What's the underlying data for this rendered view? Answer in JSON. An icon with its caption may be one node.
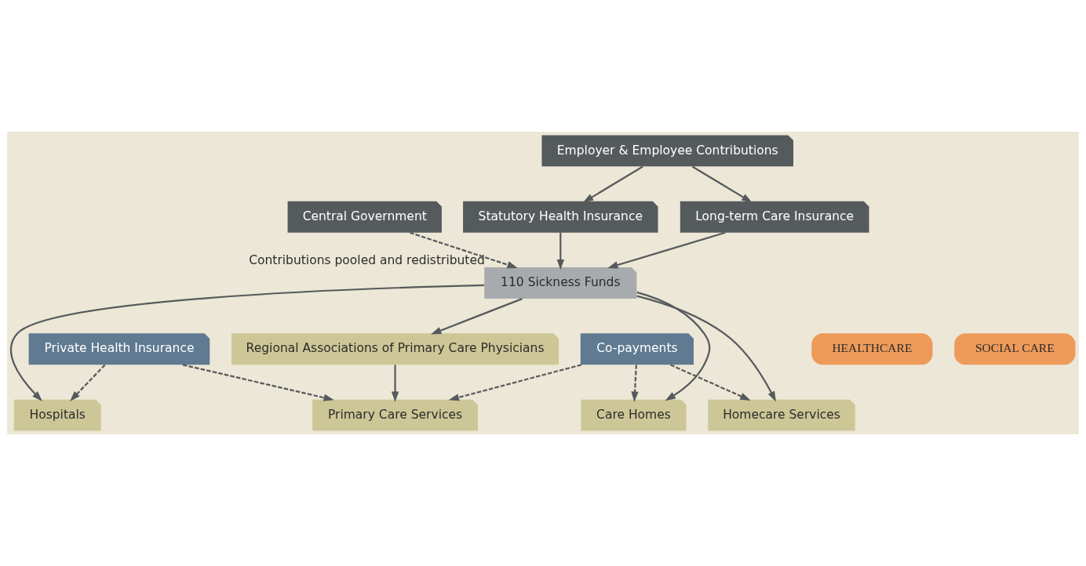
{
  "diagram": {
    "nodes": [
      {
        "text": [
          "Employer & Employee Contributions"
        ]
      },
      {
        "text": [
          "Central Government"
        ]
      },
      {
        "text": [
          "Statutory Health Insurance"
        ]
      },
      {
        "text": [
          "Long-term Care Insurance"
        ]
      },
      {
        "text": [
          "110 Sickness Funds"
        ],
        "beside": [
          "Contributions pooled and redistributed"
        ]
      },
      {
        "text": [
          "HEALTHCARE"
        ]
      },
      {
        "text": [
          "Regional Associations of Primary Care Physicians"
        ]
      },
      {
        "text": [
          "SOCIAL CARE"
        ]
      },
      {
        "text": [
          "Primary Care Services"
        ]
      },
      {
        "text": [
          "Hospitals"
        ]
      },
      {
        "text": [
          "Care Homes"
        ]
      },
      {
        "text": [
          "Homecare Services"
        ]
      },
      {
        "text": [
          "Private Health Insurance"
        ]
      },
      {
        "text": [
          "Co-payments"
        ]
      }
    ],
    "edges": [
      {
        "from": 0,
        "to": 2,
        "arrow": "to"
      },
      {
        "from": 0,
        "to": 3,
        "arrow": "to"
      },
      {
        "from": 1,
        "to": 4,
        "arrow": "to",
        "style": "dashed"
      },
      {
        "from": 2,
        "to": 4,
        "arrow": "to"
      },
      {
        "from": 3,
        "to": 4,
        "arrow": "to"
      },
      {
        "from": 4,
        "to": 6,
        "arrow": "to"
      },
      {
        "from": 4,
        "to": 9,
        "arrow": "to"
      },
      {
        "from": 4,
        "to": 10,
        "arrow": "to"
      },
      {
        "from": 4,
        "to": 11,
        "arrow": "to"
      },
      {
        "from": 6,
        "to": 8,
        "arrow": "to"
      },
      {
        "from": 12,
        "to": 8,
        "arrow": "to",
        "style": "dashed"
      },
      {
        "from": 12,
        "to": 9,
        "arrow": "to",
        "style": "dashed"
      },
      {
        "from": 13,
        "to": 8,
        "arrow": "to",
        "style": "dashed"
      },
      {
        "from": 13,
        "to": 10,
        "arrow": "to",
        "style": "dashed"
      },
      {
        "from": 13,
        "to": 11,
        "arrow": "to",
        "style": "dashed"
      }
    ]
  }
}
